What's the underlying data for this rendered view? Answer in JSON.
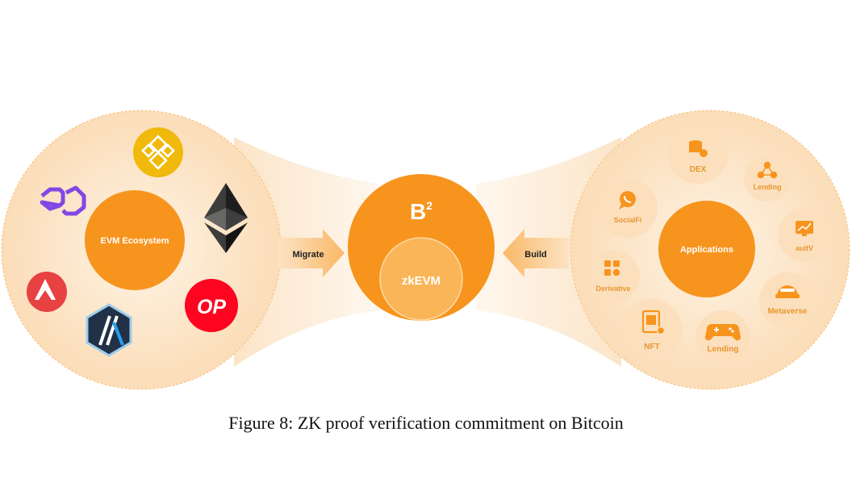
{
  "left_group": {
    "center_label": "EVM Ecosystem",
    "logos": [
      {
        "name": "polygon",
        "icon": "polygon-icon"
      },
      {
        "name": "bnb",
        "icon": "bnb-icon"
      },
      {
        "name": "ethereum",
        "icon": "ethereum-icon"
      },
      {
        "name": "avalanche",
        "icon": "avalanche-icon"
      },
      {
        "name": "arbitrum",
        "icon": "arbitrum-icon"
      },
      {
        "name": "optimism",
        "icon": "optimism-icon",
        "text": "OP"
      }
    ]
  },
  "center": {
    "brand": "B",
    "brand_sup": "2",
    "inner_label": "zkEVM"
  },
  "arrows": {
    "left_label": "Migrate",
    "right_label": "Build"
  },
  "right_group": {
    "center_label": "Applications",
    "items": [
      {
        "label": "DEX",
        "icon": "database-icon"
      },
      {
        "label": "Lending",
        "icon": "network-icon"
      },
      {
        "label": "SocialFi",
        "icon": "chat-icon"
      },
      {
        "label": "aultV",
        "icon": "chart-monitor-icon"
      },
      {
        "label": "Derivative",
        "icon": "grid-icon"
      },
      {
        "label": "Metaverse",
        "icon": "helmet-icon"
      },
      {
        "label": "NFT",
        "icon": "nft-card-icon"
      },
      {
        "label": "Lending",
        "icon": "gamepad-icon"
      }
    ]
  },
  "caption": "Figure 8: ZK proof verification commitment on Bitcoin",
  "colors": {
    "orange": "#F7941D",
    "orange_light": "#FDE3C2",
    "orange_pale": "#FEF4E7",
    "zk_inner": "#FBB559",
    "item_text": "#E8962E",
    "polygon": "#8247E5",
    "bnb": "#F0B90B",
    "avalanche": "#E84142",
    "optimism": "#FF0420",
    "arbitrum": "#213147"
  }
}
